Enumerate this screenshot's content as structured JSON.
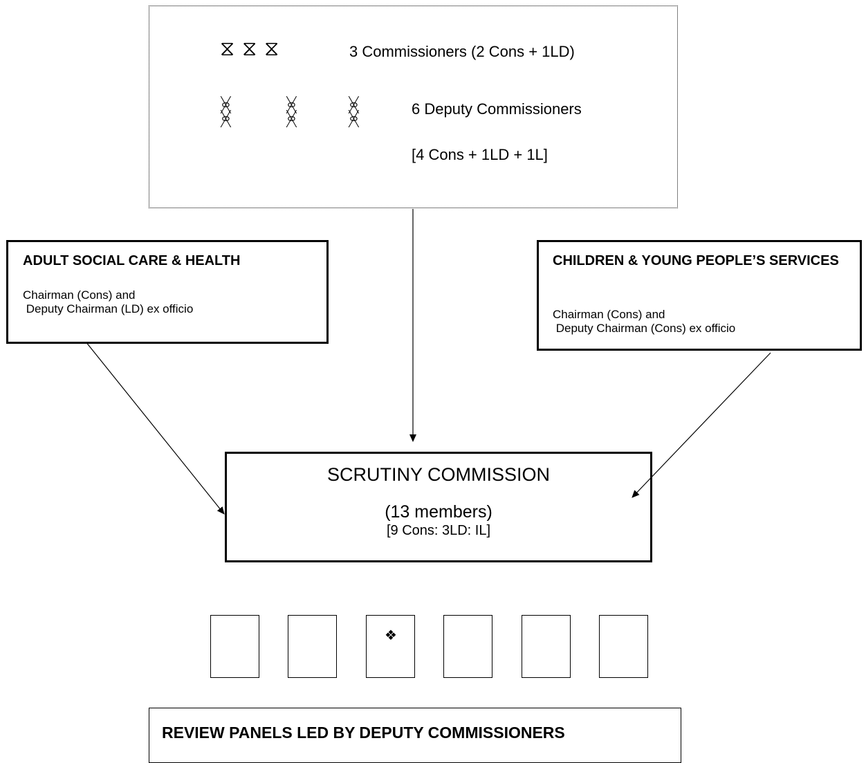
{
  "top": {
    "commissioners_icons": [
      "bowtie-glyph",
      "bowtie-glyph",
      "bowtie-glyph"
    ],
    "commissioners_text": "3 Commissioners (2 Cons + 1LD)",
    "deputy_icons": [
      "butterfly-glyph",
      "butterfly-glyph",
      "butterfly-glyph",
      "butterfly-glyph",
      "butterfly-glyph",
      "butterfly-glyph"
    ],
    "deputy_text": "6 Deputy Commissioners",
    "deputy_split": "[4 Cons + 1LD + 1L]"
  },
  "left_box": {
    "title": "ADULT SOCIAL CARE & HEALTH",
    "body": "Chairman (Cons) and\n Deputy Chairman (LD) ex officio"
  },
  "right_box": {
    "title": "CHILDREN & YOUNG PEOPLE’S SERVICES",
    "body": "Chairman (Cons) and\n Deputy Chairman (Cons) ex officio"
  },
  "commission": {
    "title": "SCRUTINY COMMISSION",
    "members": "(13 members)",
    "split": "[9 Cons: 3LD: IL]"
  },
  "panels": [
    {
      "marker": ""
    },
    {
      "marker": ""
    },
    {
      "marker": "❖"
    },
    {
      "marker": ""
    },
    {
      "marker": ""
    },
    {
      "marker": ""
    }
  ],
  "review": {
    "title": "REVIEW PANELS LED BY DEPUTY COMMISSIONERS"
  }
}
